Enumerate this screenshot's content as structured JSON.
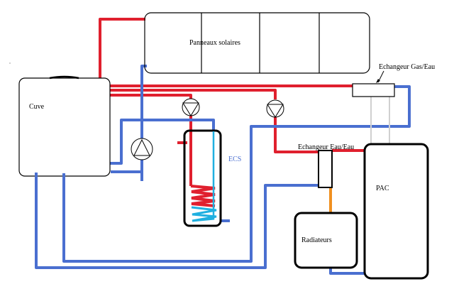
{
  "diagram": {
    "title": "",
    "components": {
      "solar_panels": {
        "label": "Panneaux solaires",
        "sections": 4
      },
      "tank": {
        "label": "Cuve"
      },
      "dhw_tank": {
        "label": "ECS"
      },
      "gas_water_exchanger": {
        "label": "Echangeur Gas/Eau"
      },
      "water_water_exchanger": {
        "label": "Echangeur Eau/Eau"
      },
      "heat_pump": {
        "label": "PAC"
      },
      "radiators": {
        "label": "Radiateurs"
      },
      "pumps": [
        {
          "id": "pump-solar",
          "direction": "up"
        },
        {
          "id": "pump-ecs",
          "direction": "down"
        },
        {
          "id": "pump-pac",
          "direction": "down"
        }
      ]
    },
    "colors": {
      "hot": "#e0202e",
      "cold": "#4a6fd0",
      "dhw_cold": "#20b0e0",
      "heating_link": "#f09020",
      "gas_link": "#d0d0d0",
      "outline": "#000000"
    }
  }
}
